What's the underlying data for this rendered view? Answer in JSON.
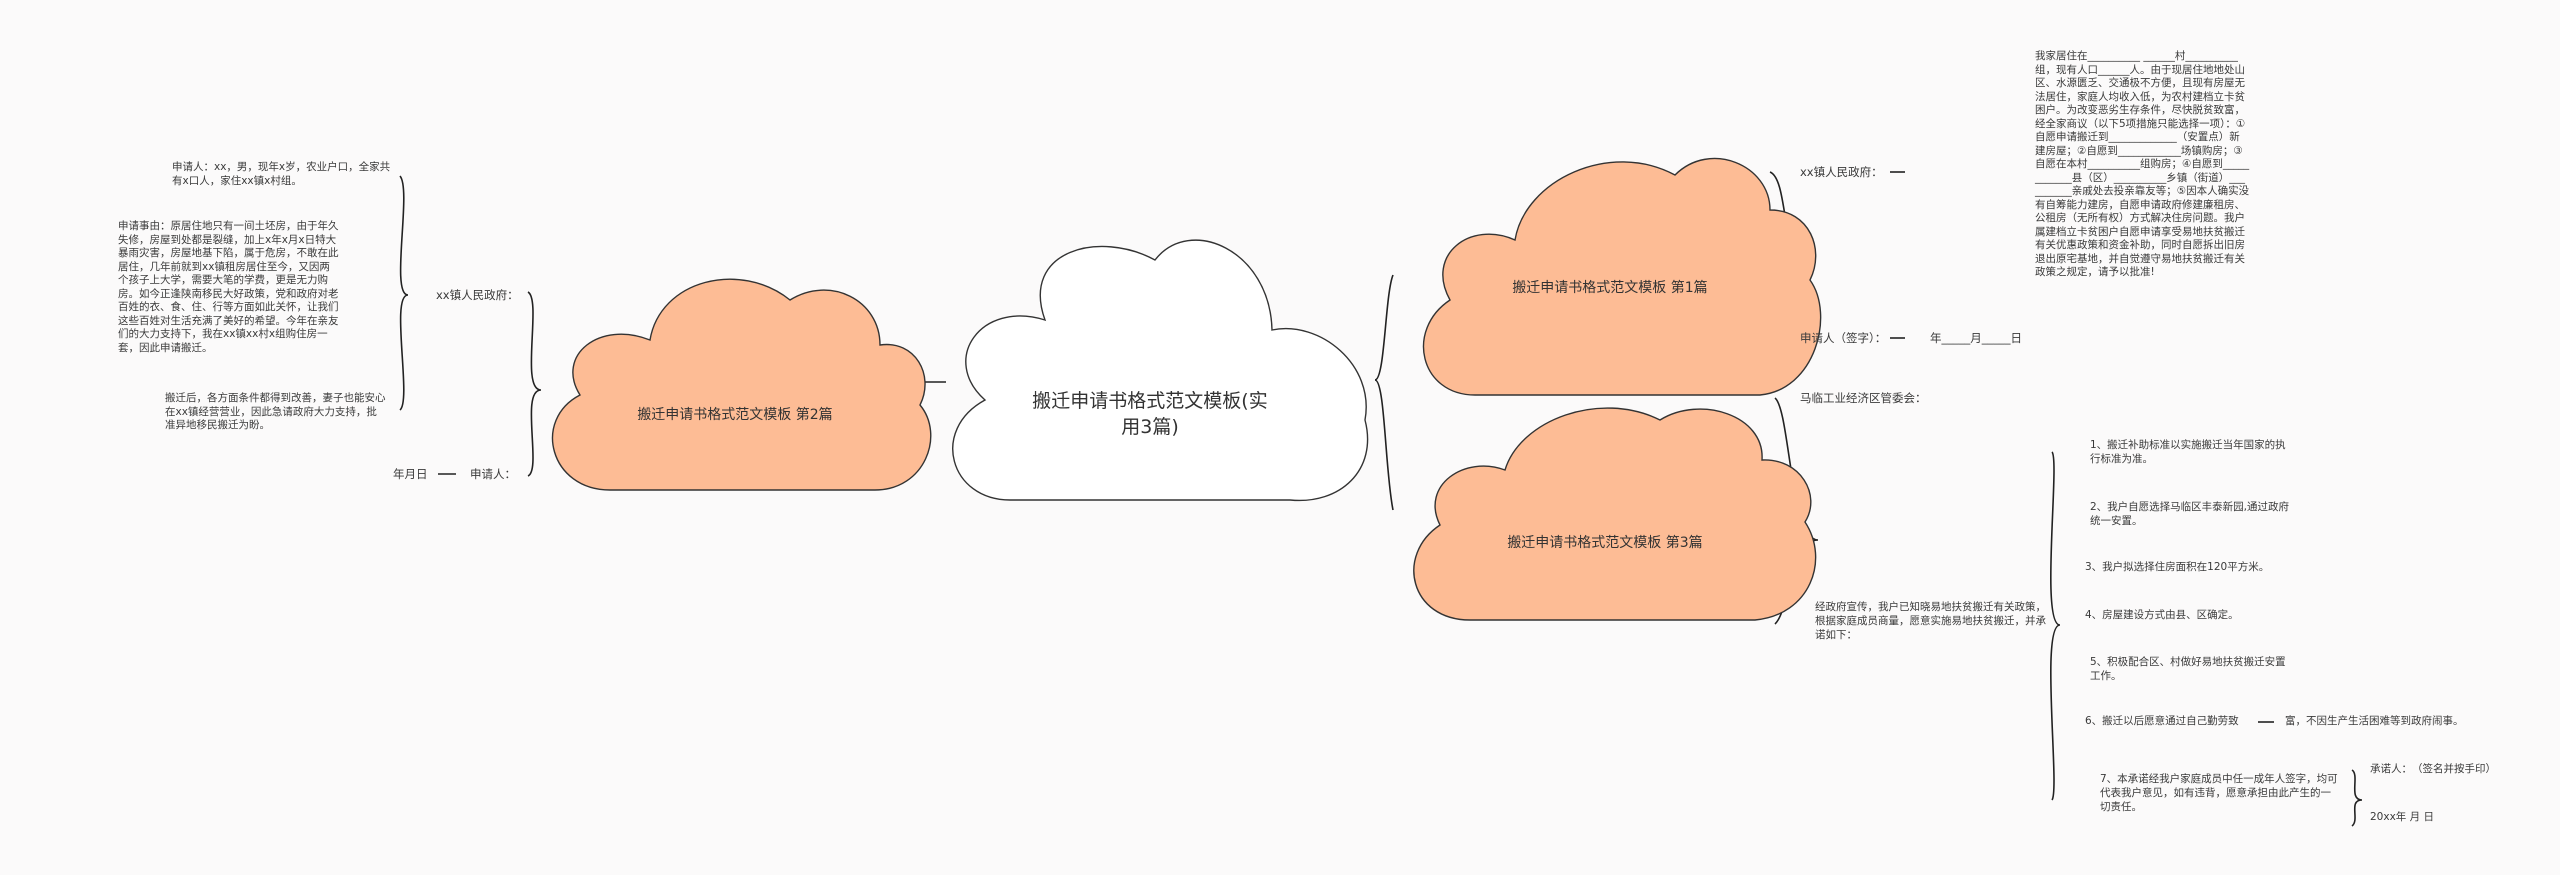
{
  "center": {
    "title": "搬迁申请书格式范文模板(实用3篇)"
  },
  "branches": {
    "b1": {
      "title": "搬迁申请书格式范文模板 第1篇",
      "recipient": "xx镇人民政府：",
      "body": "我家居住在__________ ______村__________组，现有人口______人。由于现居住地地处山区、水源匮乏、交通极不方便，且现有房屋无法居住，家庭人均收入低，为农村建档立卡贫困户。为改变恶劣生存条件，尽快脱贫致富，经全家商议（以下5项措施只能选择一项）：①自愿申请搬迁到_____________（安置点）新建房屋；②自愿到____________场镇购房；③自愿在本村__________组购房；④自愿到____________县（区）__________乡镇（街道）__________亲戚处去投亲靠友等；⑤因本人确实没有自筹能力建房，自愿申请政府修建廉租房、公租房（无所有权）方式解决住房问题。我户属建档立卡贫困户自愿申请享受易地扶贫搬迁有关优惠政策和资金补助，同时自愿拆出旧房退出原宅基地，并自觉遵守易地扶贫搬迁有关政策之规定，请予以批准!",
      "signer": "申请人（签字）：",
      "date": "年_____月_____日"
    },
    "b2": {
      "title": "搬迁申请书格式范文模板 第2篇",
      "recipient": "xx镇人民政府：",
      "intro": "申请人：xx，男，现年x岁，农业户口，全家共有x口人，家住xx镇x村组。",
      "reason": "申请事由：原居住地只有一间土坯房，由于年久失修，房屋到处都是裂缝，加上x年x月x日特大暴雨灾害，房屋地基下陷，属于危房，不敢在此居住，几年前就到xx镇租房居住至今，又因两个孩子上大学，需要大笔的学费，更是无力购房。如今正逢陕南移民大好政策，党和政府对老百姓的衣、食、住、行等方面如此关怀，让我们这些百姓对生活充满了美好的希望。今年在亲友们的大力支持下，我在xx镇xx村x组购住房一套，因此申请搬迁。",
      "after": "搬迁后，各方面条件都得到改善，妻子也能安心在xx镇经营营业，因此急请政府大力支持，批准异地移民搬迁为盼。",
      "signer": "申请人：",
      "date": "年月日"
    },
    "b3": {
      "title": "搬迁申请书格式范文模板 第3篇",
      "recipient": "马临工业经济区管委会：",
      "lead": "经政府宣传，我户已知晓易地扶贫搬迁有关政策，根据家庭成员商量，愿意实施易地扶贫搬迁，并承诺如下：",
      "items": [
        "1、搬迁补助标准以实施搬迁当年国家的执行标准为准。",
        "2、我户自愿选择马临区丰泰新园,通过政府统一安置。",
        "3、我户拟选择住房面积在120平方米。",
        "4、房屋建设方式由县、区确定。",
        "5、积极配合区、村做好易地扶贫搬迁安置工作。",
        "6、搬迁以后愿意通过自己勤劳致",
        "7、本承诺经我户家庭成员中任一成年人签字，均可代表我户意见，如有违背，愿意承担由此产生的一切责任。"
      ],
      "item6_cont": "富，不因生产生活困难等到政府闹事。",
      "signer": "承诺人：　（签名并按手印）",
      "date": "20xx年 月 日"
    }
  }
}
